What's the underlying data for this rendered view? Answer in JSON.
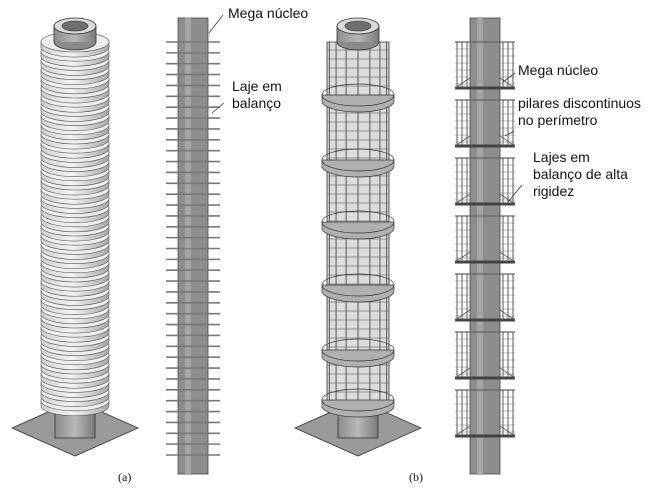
{
  "labels": {
    "mega_core_a": "Mega núcleo",
    "cantilever_slab_1": "Laje em",
    "cantilever_slab_2": "balanço",
    "mega_core_b": "Mega núcleo",
    "columns_1": "pilares discontinuos",
    "columns_2": "no perímetro",
    "rigid_slabs_1": "Lajes em",
    "rigid_slabs_2": "balanço de alta",
    "rigid_slabs_3": "rigidez"
  },
  "captions": {
    "a": "(a)",
    "b": "(b)"
  },
  "colors": {
    "line": "#333333",
    "shade": "#8a8a8a",
    "light": "#e2e2e2",
    "mid": "#b5b5b5"
  }
}
